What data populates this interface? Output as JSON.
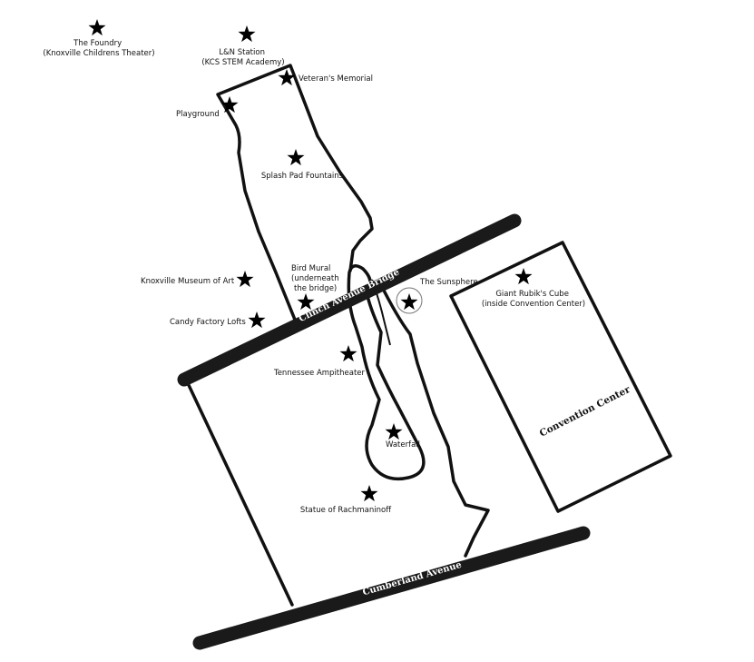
{
  "roads": {
    "clinch": "Clinch Avenue Bridge",
    "cumberland": "Cumberland Avenue"
  },
  "buildings": {
    "convention_center": "Convention Center"
  },
  "landmarks": {
    "foundry": [
      "The Foundry",
      "(Knoxville Childrens Theater)"
    ],
    "ln_station": [
      "L&N Station",
      "(KCS STEM Academy)"
    ],
    "veterans": [
      "Veteran's Memorial"
    ],
    "playground": [
      "Playground"
    ],
    "splash_pad": [
      "Splash Pad Fountains"
    ],
    "museum": [
      "Knoxville Museum of Art"
    ],
    "candy_factory": [
      "Candy Factory Lofts"
    ],
    "bird_mural": [
      "Bird Mural",
      "(underneath",
      "the bridge)"
    ],
    "sunsphere": [
      "The Sunsphere"
    ],
    "rubiks": [
      "Giant Rubik's Cube",
      "(inside Convention Center)"
    ],
    "amphitheater": [
      "Tennessee Ampitheater"
    ],
    "waterfall": [
      "Waterfall"
    ],
    "rachmaninoff": [
      "Statue of Rachmaninoff"
    ]
  },
  "icons": {
    "landmark_marker": "star-icon",
    "sunsphere_marker": "circled-star-icon"
  }
}
